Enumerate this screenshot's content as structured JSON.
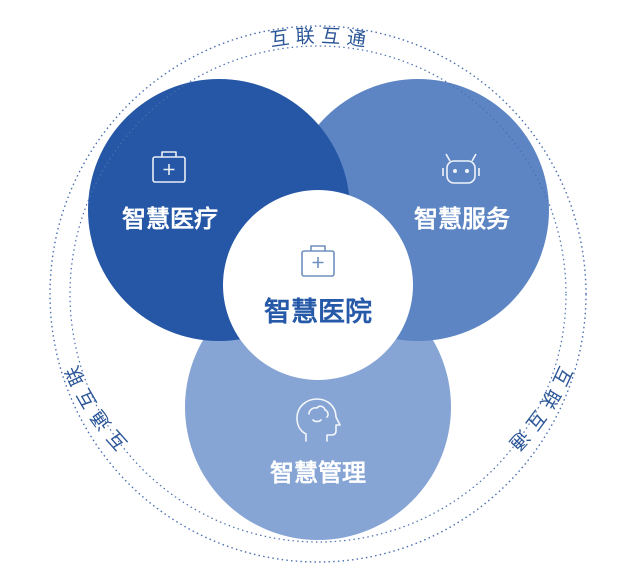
{
  "diagram": {
    "ring_labels": {
      "top": "互 联 互 通",
      "left": "互 通 互 联",
      "right": "互 联 互 通"
    },
    "circles": {
      "medical": {
        "label": "智慧医疗",
        "icon": "medical-kit-icon",
        "color": "#2557a6"
      },
      "service": {
        "label": "智慧服务",
        "icon": "robot-icon",
        "color": "#5d85c3"
      },
      "management": {
        "label": "智慧管理",
        "icon": "brain-head-icon",
        "color": "#86a4d4"
      },
      "hospital": {
        "label": "智慧医院",
        "icon": "medical-kit-icon",
        "color": "#ffffff",
        "text_color": "#2659a8"
      }
    },
    "ring_color": "#4a6fb0"
  }
}
